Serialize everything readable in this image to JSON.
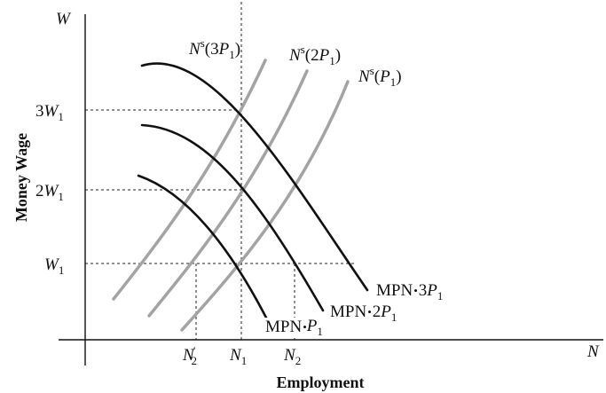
{
  "axes": {
    "y_title": "Money Wage",
    "x_title": "Employment",
    "y_symbol": "W",
    "x_symbol": "N"
  },
  "y_ticks": [
    {
      "coef": "",
      "sym": "W",
      "sub": "1"
    },
    {
      "coef": "2",
      "sym": "W",
      "sub": "1"
    },
    {
      "coef": "3",
      "sym": "W",
      "sub": "1"
    }
  ],
  "x_ticks": [
    {
      "sym": "N",
      "prime": "′",
      "sub": "2"
    },
    {
      "sym": "N",
      "prime": "",
      "sub": "1"
    },
    {
      "sym": "N",
      "prime": "",
      "sub": "2"
    }
  ],
  "labor_supply_curves": [
    {
      "pre": "N",
      "sup": "s",
      "open": "(3",
      "P": "P",
      "sub": "1",
      "close": ")"
    },
    {
      "pre": "N",
      "sup": "s",
      "open": "(2",
      "P": "P",
      "sub": "1",
      "close": ")"
    },
    {
      "pre": "N",
      "sup": "s",
      "open": "(",
      "P": "P",
      "sub": "1",
      "close": ")"
    }
  ],
  "labor_demand_curves": [
    {
      "text": "MPN",
      "dot": "•",
      "coef": "",
      "P": "P",
      "sub": "1"
    },
    {
      "text": "MPN",
      "dot": "•",
      "coef": "2",
      "P": "P",
      "sub": "1"
    },
    {
      "text": "MPN",
      "dot": "•",
      "coef": "3",
      "P": "P",
      "sub": "1"
    }
  ],
  "colors": {
    "supply": "#a3a3a3",
    "demand": "#111111",
    "axis": "#111111",
    "guide": "#222222"
  }
}
